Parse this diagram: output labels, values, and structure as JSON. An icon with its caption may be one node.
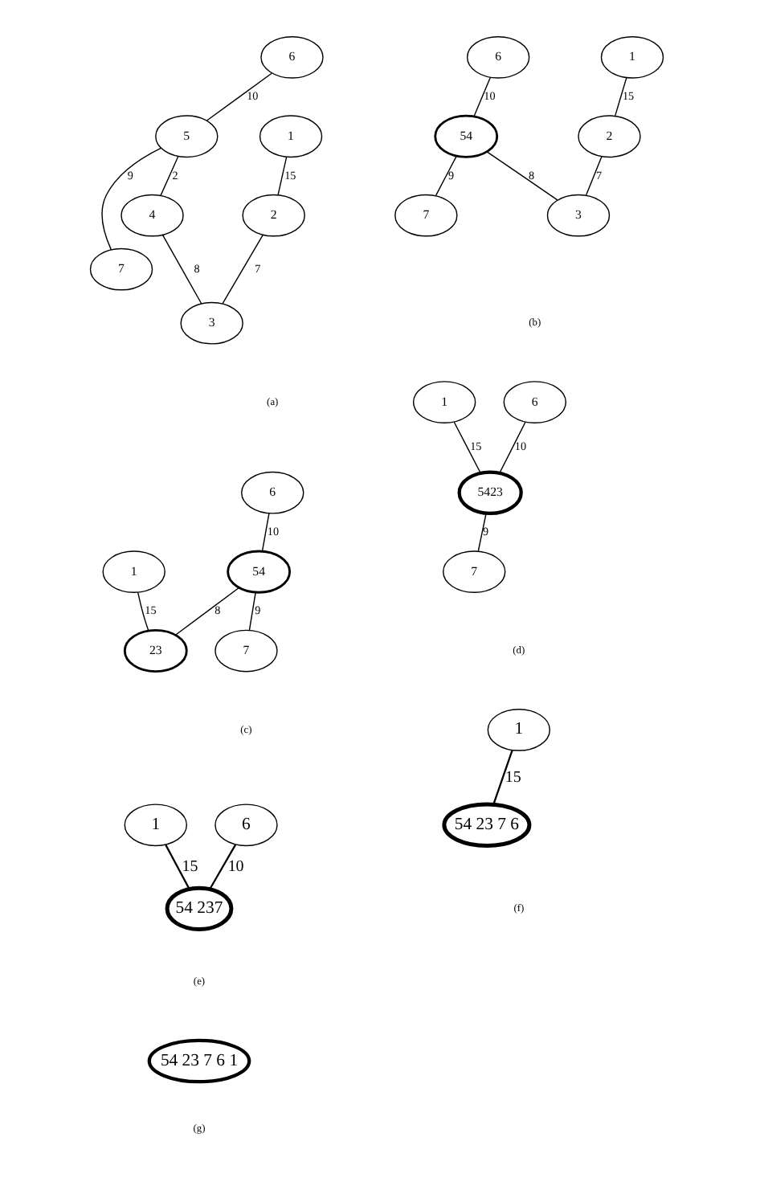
{
  "diagram": {
    "nodes": [
      {
        "text": [
          "1"
        ]
      },
      {
        "text": [
          "2"
        ]
      },
      {
        "text": [
          "6"
        ]
      },
      {
        "text": [
          "5"
        ]
      },
      {
        "text": [
          "4"
        ]
      },
      {
        "text": [
          "3"
        ]
      },
      {
        "text": [
          "7"
        ]
      },
      {
        "text": [
          "1"
        ]
      },
      {
        "text": [
          "6"
        ]
      },
      {
        "text": [
          "2"
        ]
      },
      {
        "text": [
          "54"
        ]
      },
      {
        "text": [
          "3"
        ]
      },
      {
        "text": [
          "7"
        ]
      },
      {
        "text": [
          "6"
        ]
      },
      {
        "text": [
          "1"
        ]
      },
      {
        "text": [
          "54"
        ]
      },
      {
        "text": [
          "23"
        ]
      },
      {
        "text": [
          "7"
        ]
      },
      {
        "text": [
          "6"
        ]
      },
      {
        "text": [
          "1"
        ]
      },
      {
        "text": [
          "5423"
        ]
      },
      {
        "text": [
          "7"
        ]
      },
      {
        "text": [
          "6"
        ]
      },
      {
        "text": [
          "1"
        ]
      },
      {
        "text": [
          "54 237"
        ]
      },
      {
        "text": [
          "1"
        ]
      },
      {
        "text": [
          "54 23 7 6"
        ]
      },
      {
        "text": [
          "54 23 7 6 1"
        ]
      }
    ],
    "edges": [
      {
        "from": 0,
        "to": 1,
        "arrow": "none",
        "label": "15"
      },
      {
        "from": 1,
        "to": 5,
        "arrow": "none",
        "label": "7"
      },
      {
        "from": 2,
        "to": 3,
        "arrow": "none",
        "label": "10"
      },
      {
        "from": 3,
        "to": 4,
        "arrow": "none",
        "label": "2"
      },
      {
        "from": 4,
        "to": 5,
        "arrow": "none",
        "label": "8"
      },
      {
        "from": 3,
        "to": 6,
        "arrow": "none",
        "label": "9"
      },
      {
        "from": 7,
        "to": 9,
        "arrow": "none",
        "label": "15"
      },
      {
        "from": 9,
        "to": 11,
        "arrow": "none",
        "label": "7"
      },
      {
        "from": 8,
        "to": 10,
        "arrow": "none",
        "label": "10"
      },
      {
        "from": 10,
        "to": 11,
        "arrow": "none",
        "label": "8"
      },
      {
        "from": 10,
        "to": 12,
        "arrow": "none",
        "label": "9"
      },
      {
        "from": 13,
        "to": 15,
        "arrow": "none",
        "label": "10"
      },
      {
        "from": 14,
        "to": 16,
        "arrow": "none",
        "label": "15"
      },
      {
        "from": 15,
        "to": 16,
        "arrow": "none",
        "label": "8"
      },
      {
        "from": 15,
        "to": 17,
        "arrow": "none",
        "label": "9"
      },
      {
        "from": 18,
        "to": 20,
        "arrow": "none",
        "label": "10"
      },
      {
        "from": 19,
        "to": 20,
        "arrow": "none",
        "label": "15"
      },
      {
        "from": 20,
        "to": 21,
        "arrow": "none",
        "label": "9"
      },
      {
        "from": 22,
        "to": 24,
        "arrow": "none",
        "label": "10"
      },
      {
        "from": 23,
        "to": 24,
        "arrow": "none",
        "label": "15"
      },
      {
        "from": 25,
        "to": 26,
        "arrow": "none",
        "label": "15"
      }
    ],
    "labels": [
      "(a)",
      "(b)",
      "(c)",
      "(d)",
      "(e)",
      "(f)",
      "(g)"
    ]
  }
}
